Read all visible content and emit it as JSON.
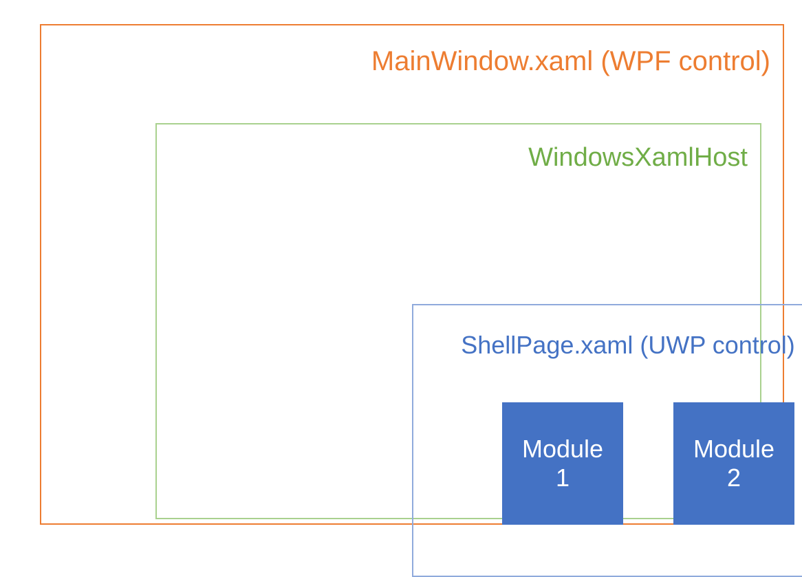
{
  "diagram": {
    "type": "nested-containers",
    "background_color": "#FFFFFF",
    "layers": {
      "outer": {
        "label": "MainWindow.xaml (WPF control)",
        "border_color": "#ED7D31",
        "text_color": "#ED7D31"
      },
      "middle": {
        "label": "WindowsXamlHost",
        "border_color": "#A9D18E",
        "text_color": "#70AD47"
      },
      "inner": {
        "label": "ShellPage.xaml (UWP control)",
        "border_color": "#8FAADC",
        "text_color": "#4472C4"
      }
    },
    "modules": [
      {
        "name_line_1": "Module",
        "name_line_2": "1",
        "fill_color": "#4472C4",
        "text_color": "#FFFFFF"
      },
      {
        "name_line_1": "Module",
        "name_line_2": "2",
        "fill_color": "#4472C4",
        "text_color": "#FFFFFF"
      }
    ]
  }
}
